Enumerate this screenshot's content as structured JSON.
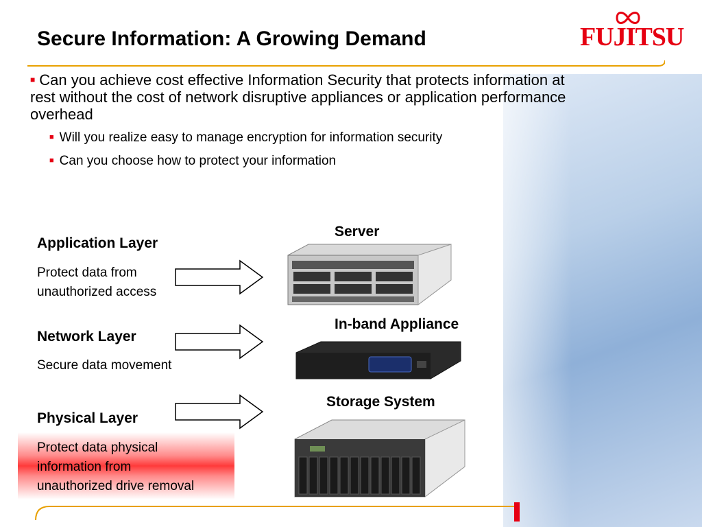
{
  "header": {
    "title": "Secure Information: A Growing Demand",
    "logo_text": "FUJITSU"
  },
  "colors": {
    "brand_red": "#e60012",
    "text": "#000000"
  },
  "content": {
    "main_bullet": "Can you achieve cost effective Information Security that protects information at rest without the cost of network disruptive appliances or application performance overhead",
    "sub_bullets": [
      "Will you realize easy to manage encryption for information security",
      "Can you choose how to protect your information"
    ]
  },
  "layers": [
    {
      "title": "Application Layer",
      "desc_lines": [
        "Protect data from",
        "unauthorized access"
      ],
      "device": "Server"
    },
    {
      "title": "Network Layer",
      "desc_lines": [
        "Secure data movement"
      ],
      "device": "In-band Appliance"
    },
    {
      "title": "Physical Layer",
      "desc_lines": [
        "Protect data physical",
        "information from",
        "unauthorized drive removal"
      ],
      "device": "Storage System"
    }
  ]
}
